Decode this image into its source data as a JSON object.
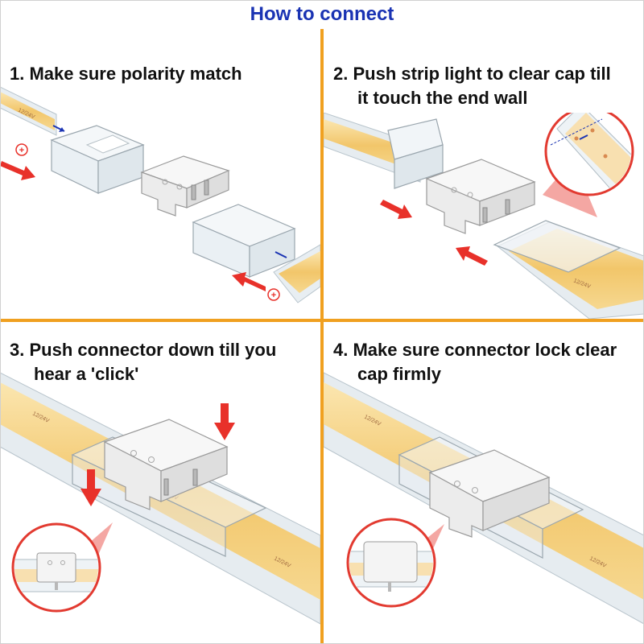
{
  "title": "How to connect",
  "steps": [
    {
      "number": "1.",
      "line1": "Make sure polarity match",
      "line2": ""
    },
    {
      "number": "2.",
      "line1": "Push strip light to clear cap till",
      "line2": "it touch the end wall"
    },
    {
      "number": "3.",
      "line1": "Push connector down till you",
      "line2": "hear a 'click'"
    },
    {
      "number": "4.",
      "line1": "Make sure connector lock clear",
      "line2": "cap firmly"
    }
  ],
  "polarity_symbol": "+",
  "strip_print": "12/24V",
  "colors": {
    "title": "#1a33b3",
    "divider": "#f0a020",
    "arrow": "#e8312a",
    "polarity": "#e8312a",
    "indicator": "#1a33b3",
    "led_strip": "#f2c66a",
    "led_chip": "#d98a50",
    "clear_cap": "#eef3f6",
    "connector": "#f2f2f2"
  },
  "icons": [
    "arrow-right-icon",
    "arrow-down-icon",
    "plus-circle-icon",
    "magnifier-circle-icon"
  ]
}
